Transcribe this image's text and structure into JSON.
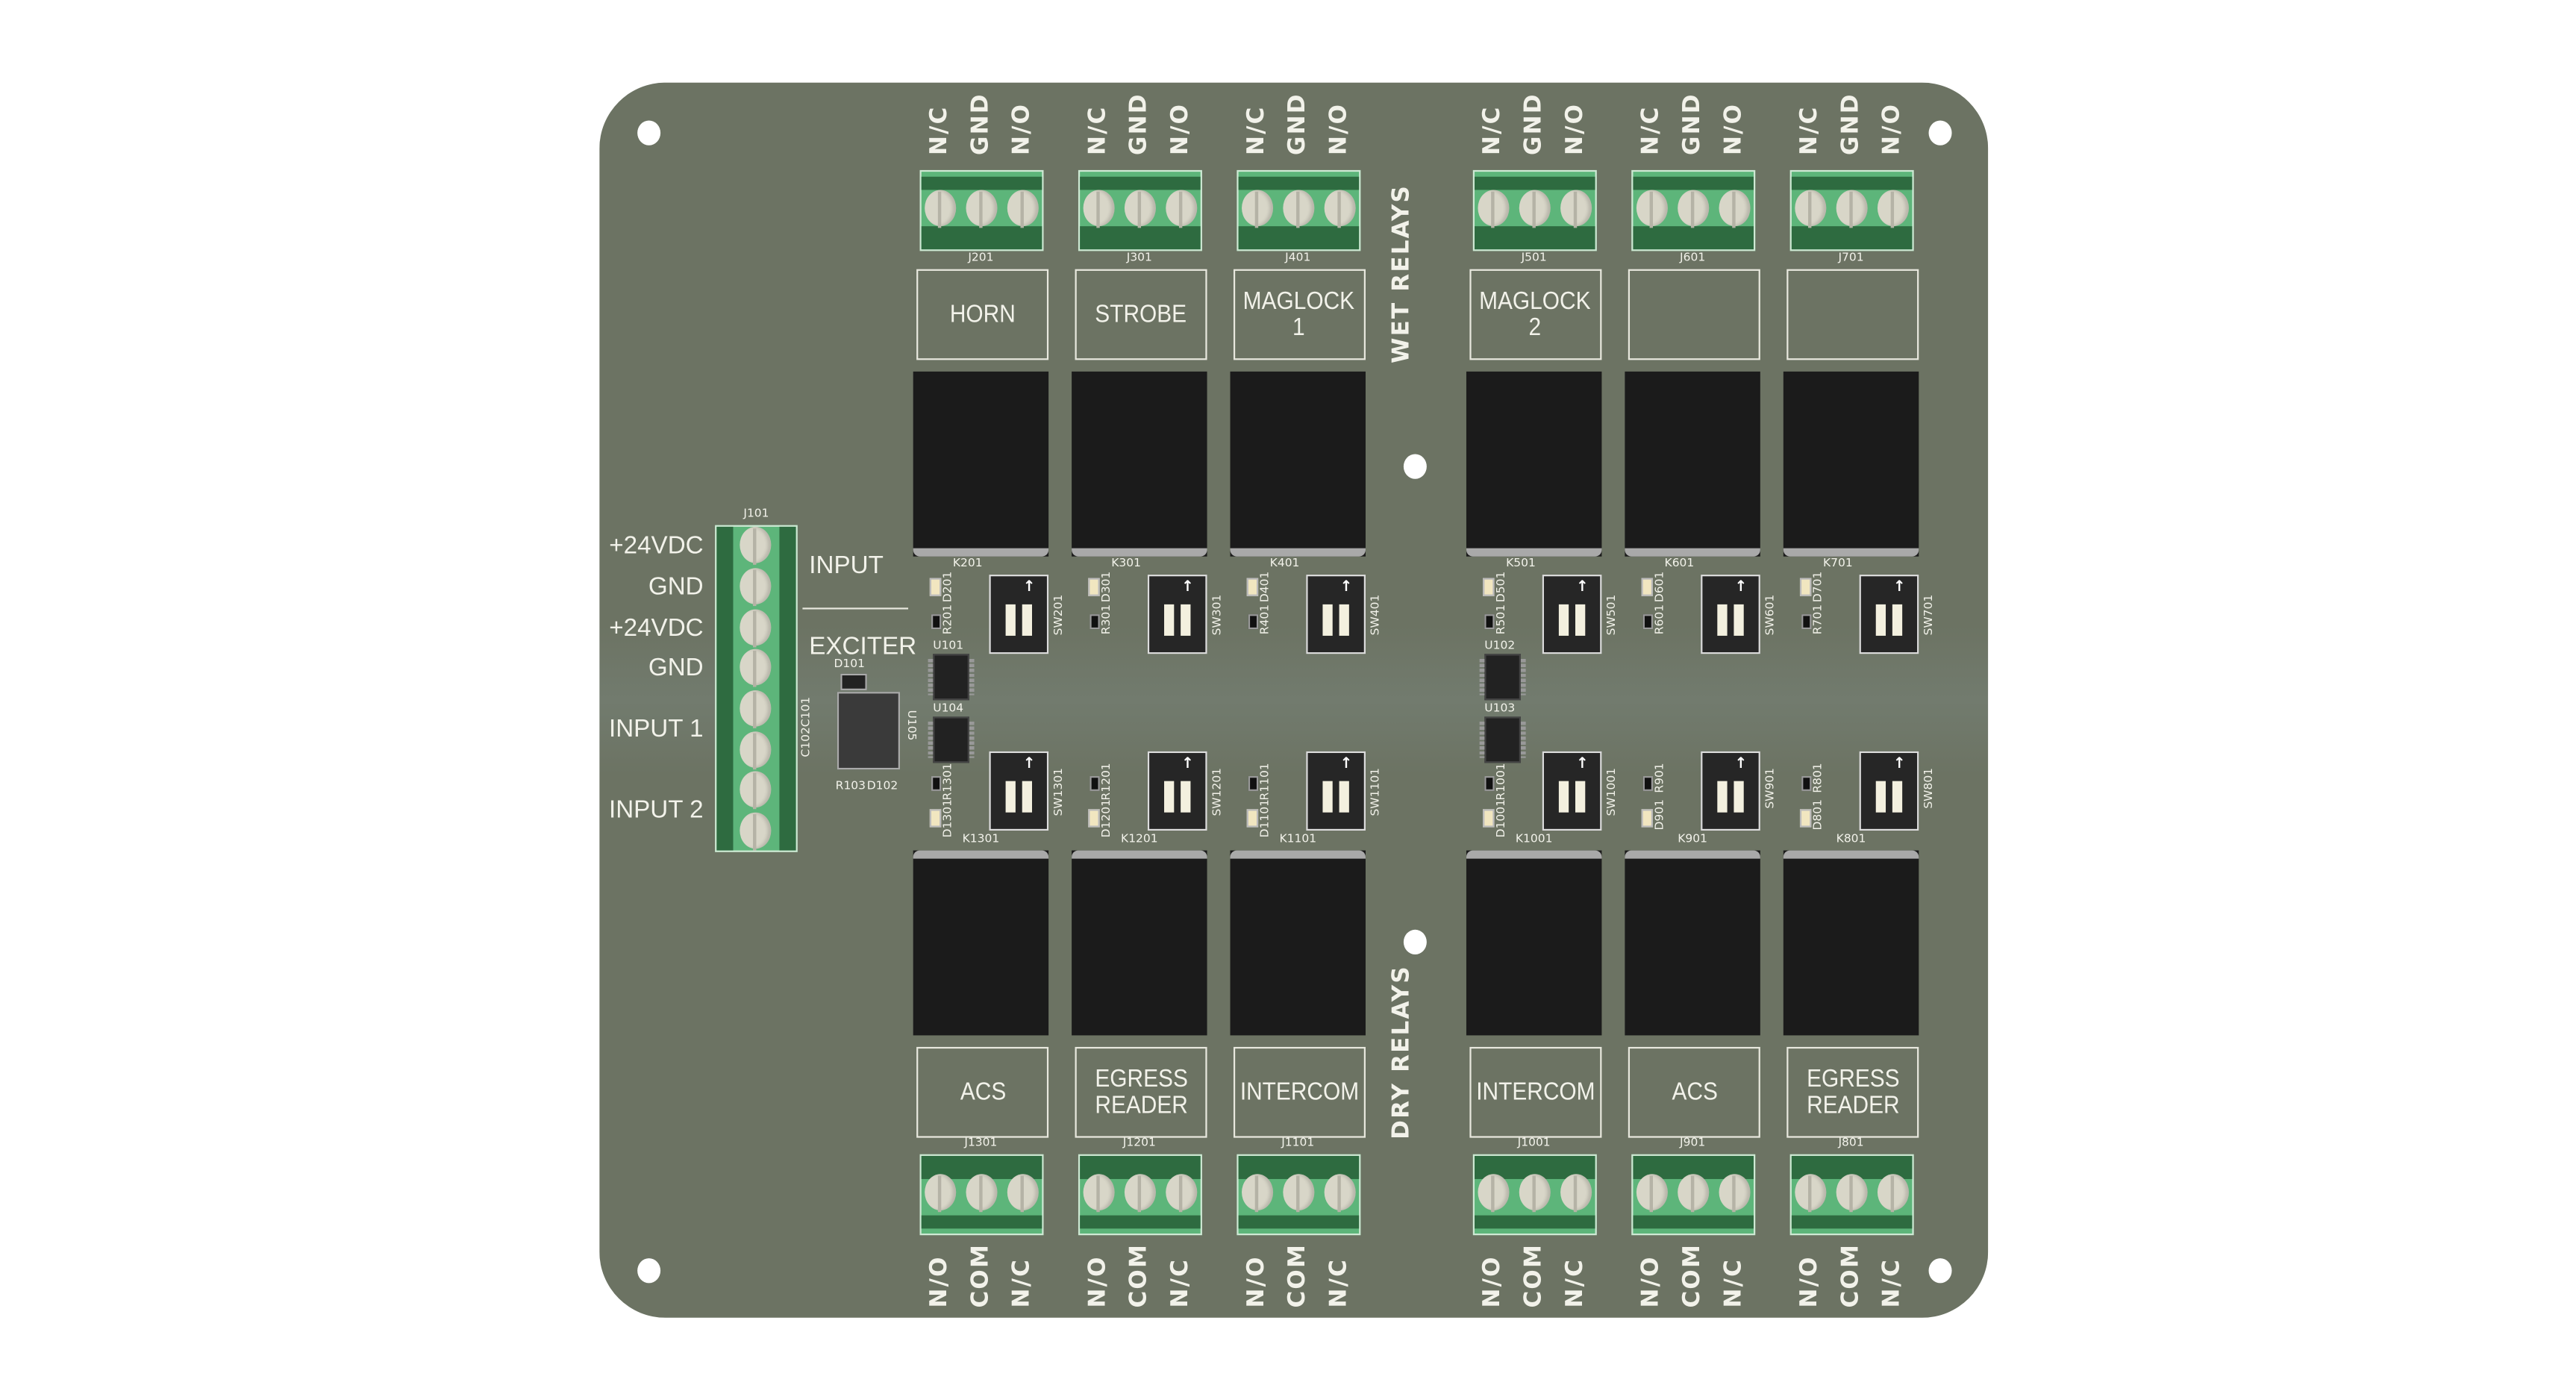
{
  "board": {
    "section_wet": "WET RELAYS",
    "section_dry": "DRY RELAYS",
    "input_header": "INPUT",
    "exciter_header": "EXCITER",
    "input_connector": {
      "ref": "J101",
      "labels": [
        "+24VDC",
        "GND",
        "+24VDC",
        "GND",
        "INPUT 1",
        "INPUT 2"
      ]
    },
    "exciter_parts": {
      "diode": "D101",
      "chip": "U105",
      "caps": "C102C101",
      "resistor": "R103",
      "led": "D102"
    },
    "ics": [
      "U101",
      "U104",
      "U102",
      "U103"
    ],
    "top_channels": [
      {
        "ref": "J201",
        "label": "HORN",
        "relay": "K201",
        "switch": "SW201",
        "led": "D201",
        "res": "R201",
        "pins": [
          "N/C",
          "GND",
          "N/O"
        ]
      },
      {
        "ref": "J301",
        "label": "STROBE",
        "relay": "K301",
        "switch": "SW301",
        "led": "D301",
        "res": "R301",
        "pins": [
          "N/C",
          "GND",
          "N/O"
        ]
      },
      {
        "ref": "J401",
        "label": "MAGLOCK\n1",
        "relay": "K401",
        "switch": "SW401",
        "led": "D401",
        "res": "R401",
        "pins": [
          "N/C",
          "GND",
          "N/O"
        ]
      },
      {
        "ref": "J501",
        "label": "MAGLOCK\n2",
        "relay": "K501",
        "switch": "SW501",
        "led": "D501",
        "res": "R501",
        "pins": [
          "N/C",
          "GND",
          "N/O"
        ]
      },
      {
        "ref": "J601",
        "label": "",
        "relay": "K601",
        "switch": "SW601",
        "led": "D601",
        "res": "R601",
        "pins": [
          "N/C",
          "GND",
          "N/O"
        ]
      },
      {
        "ref": "J701",
        "label": "",
        "relay": "K701",
        "switch": "SW701",
        "led": "D701",
        "res": "R701",
        "pins": [
          "N/C",
          "GND",
          "N/O"
        ]
      }
    ],
    "bottom_channels": [
      {
        "ref": "J1301",
        "label": "ACS",
        "relay": "K1301",
        "switch": "SW1301",
        "led": "D1301",
        "res": "R1301",
        "pins": [
          "N/O",
          "COM",
          "N/C"
        ]
      },
      {
        "ref": "J1201",
        "label": "EGRESS\nREADER",
        "relay": "K1201",
        "switch": "SW1201",
        "led": "D1201",
        "res": "R1201",
        "pins": [
          "N/O",
          "COM",
          "N/C"
        ]
      },
      {
        "ref": "J1101",
        "label": "INTERCOM",
        "relay": "K1101",
        "switch": "SW1101",
        "led": "D1101",
        "res": "R1101",
        "pins": [
          "N/O",
          "COM",
          "N/C"
        ]
      },
      {
        "ref": "J1001",
        "label": "INTERCOM",
        "relay": "K1001",
        "switch": "SW1001",
        "led": "D1001",
        "res": "R1001",
        "pins": [
          "N/O",
          "COM",
          "N/C"
        ]
      },
      {
        "ref": "J901",
        "label": "ACS",
        "relay": "K901",
        "switch": "SW901",
        "led": "D901",
        "res": "R901",
        "pins": [
          "N/O",
          "COM",
          "N/C"
        ]
      },
      {
        "ref": "J801",
        "label": "EGRESS\nREADER",
        "relay": "K801",
        "switch": "SW801",
        "led": "D801",
        "res": "R801",
        "pins": [
          "N/O",
          "COM",
          "N/C"
        ]
      }
    ],
    "colors": {
      "pcb": "#6c7363",
      "terminal": "#5db57a",
      "terminal_dark": "#2e6b40",
      "silkscreen": "#f2f2ea",
      "relay": "#1b1b1b"
    }
  }
}
